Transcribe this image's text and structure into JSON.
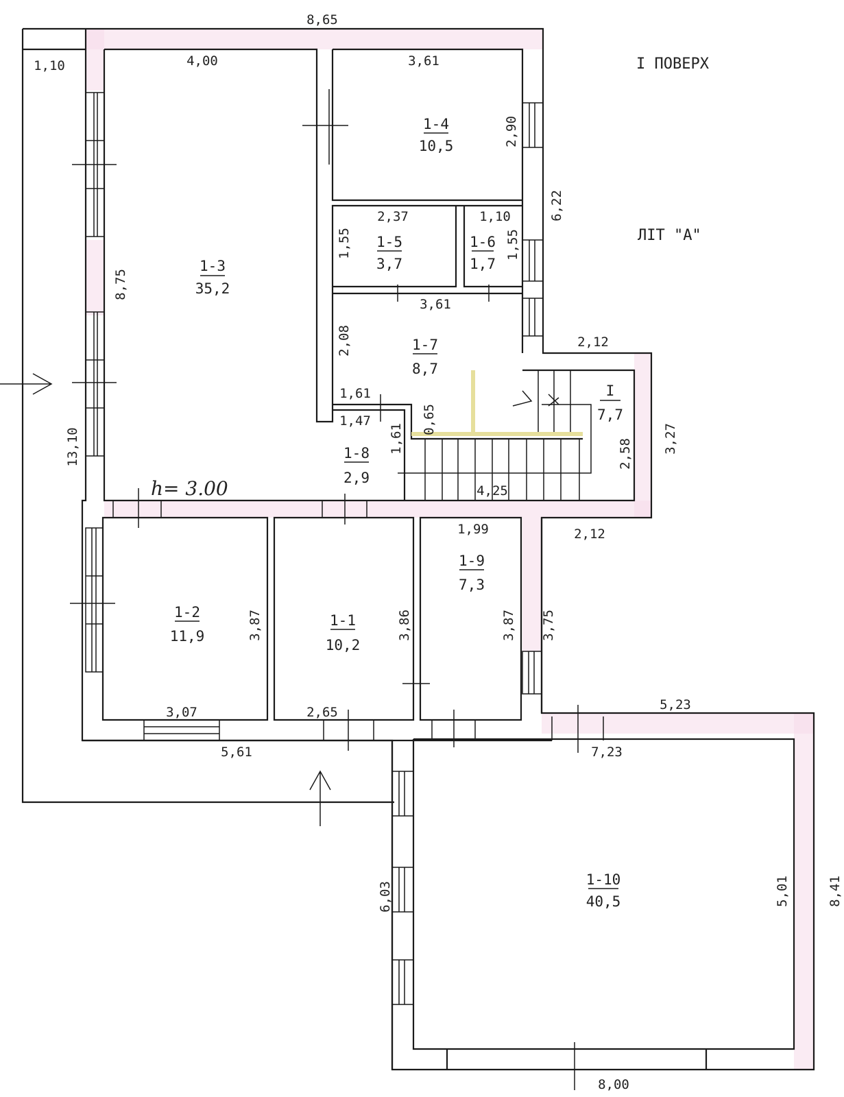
{
  "header": {
    "floor": "I  ПОВЕРХ",
    "letter": "ЛІТ \"А\""
  },
  "ceiling_height": "h= 3.00",
  "rooms": [
    {
      "id": "1-3",
      "area": "35,2"
    },
    {
      "id": "1-4",
      "area": "10,5"
    },
    {
      "id": "1-5",
      "area": "3,7"
    },
    {
      "id": "1-6",
      "area": "1,7"
    },
    {
      "id": "1-7",
      "area": "8,7"
    },
    {
      "id": "I",
      "area": "7,7"
    },
    {
      "id": "1-8",
      "area": "2,9"
    },
    {
      "id": "1-2",
      "area": "11,9"
    },
    {
      "id": "1-1",
      "area": "10,2"
    },
    {
      "id": "1-9",
      "area": "7,3"
    },
    {
      "id": "1-10",
      "area": "40,5"
    }
  ],
  "dims": [
    "8,65",
    "1,10",
    "4,00",
    "3,61",
    "2,90",
    "6,22",
    "2,37",
    "1,10",
    "1,55",
    "1,55",
    "8,75",
    "3,61",
    "2,08",
    "2,12",
    "1,61",
    "1,47",
    "0,65",
    "1,61",
    "3,27",
    "2,58",
    "4,25",
    "13,10",
    "1,99",
    "2,12",
    "3,87",
    "3,86",
    "3,87",
    "3,75",
    "3,07",
    "2,65",
    "5,61",
    "5,23",
    "7,23",
    "6,03",
    "5,01",
    "8,41",
    "8,00"
  ]
}
